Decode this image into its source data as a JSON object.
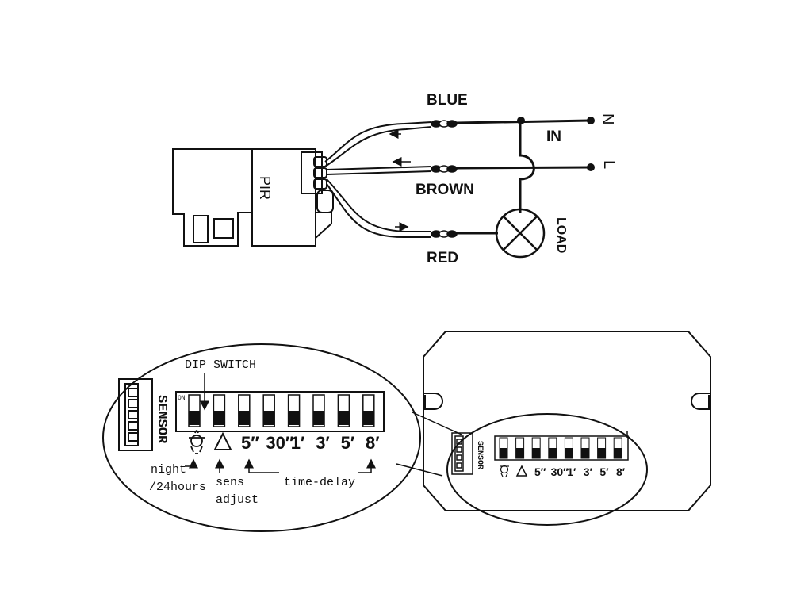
{
  "wiring": {
    "module_label": "PIR",
    "wires": {
      "blue": "BLUE",
      "brown": "BROWN",
      "red": "RED"
    },
    "in_label": "IN",
    "neutral_label": "N",
    "live_label": "L",
    "load_label": "LOAD"
  },
  "dip": {
    "title": "DIP SWITCH",
    "on_label": "ON",
    "sensor_label": "SENSOR",
    "settings": [
      "5″",
      "30″",
      "1′",
      "3′",
      "5′",
      "8′"
    ],
    "annotations": {
      "night_line1": "night",
      "night_line2": "/24hours",
      "sens_line1": "sens",
      "sens_line2": "adjust",
      "time_delay": "time-delay"
    },
    "small_settings": [
      "5″",
      "30″",
      "1′",
      "3′",
      "5′",
      "8′"
    ]
  },
  "colors": {
    "ink": "#111111",
    "paper": "#ffffff"
  }
}
